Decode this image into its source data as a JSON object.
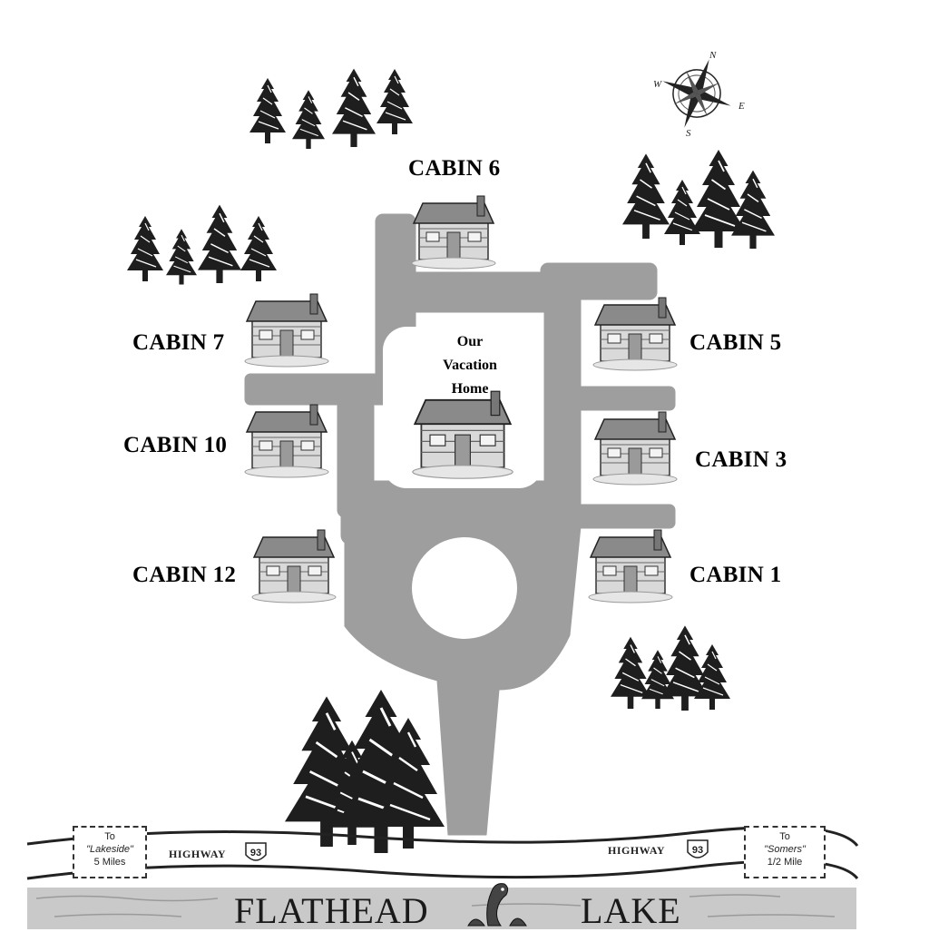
{
  "map": {
    "cabins": [
      {
        "id": "cabin-6",
        "label": "CABIN 6"
      },
      {
        "id": "cabin-7",
        "label": "CABIN 7"
      },
      {
        "id": "cabin-5",
        "label": "CABIN 5"
      },
      {
        "id": "cabin-10",
        "label": "CABIN 10"
      },
      {
        "id": "cabin-3",
        "label": "CABIN 3"
      },
      {
        "id": "cabin-12",
        "label": "CABIN 12"
      },
      {
        "id": "cabin-1",
        "label": "CABIN 1"
      }
    ],
    "home": {
      "line1": "Our",
      "line2": "Vacation",
      "line3": "Home"
    },
    "compass": {
      "n": "N",
      "e": "E",
      "s": "S",
      "w": "W"
    },
    "highway": {
      "label": "HIGHWAY",
      "number": "93"
    },
    "sign_left": {
      "line1": "To",
      "place": "\"Lakeside\"",
      "line3": "5 Miles"
    },
    "sign_right": {
      "line1": "To",
      "place": "\"Somers\"",
      "line3": "1/2 Mile"
    },
    "lake": {
      "word1": "FLATHEAD",
      "word2": "LAKE"
    },
    "icons": [
      "pine-tree-icon",
      "log-cabin-icon",
      "compass-rose-icon",
      "highway-shield-icon",
      "lake-monster-icon"
    ],
    "colors": {
      "road": "#9e9e9e",
      "paper": "#ffffff",
      "ink": "#111111",
      "lake": "#c9c9c9"
    }
  }
}
